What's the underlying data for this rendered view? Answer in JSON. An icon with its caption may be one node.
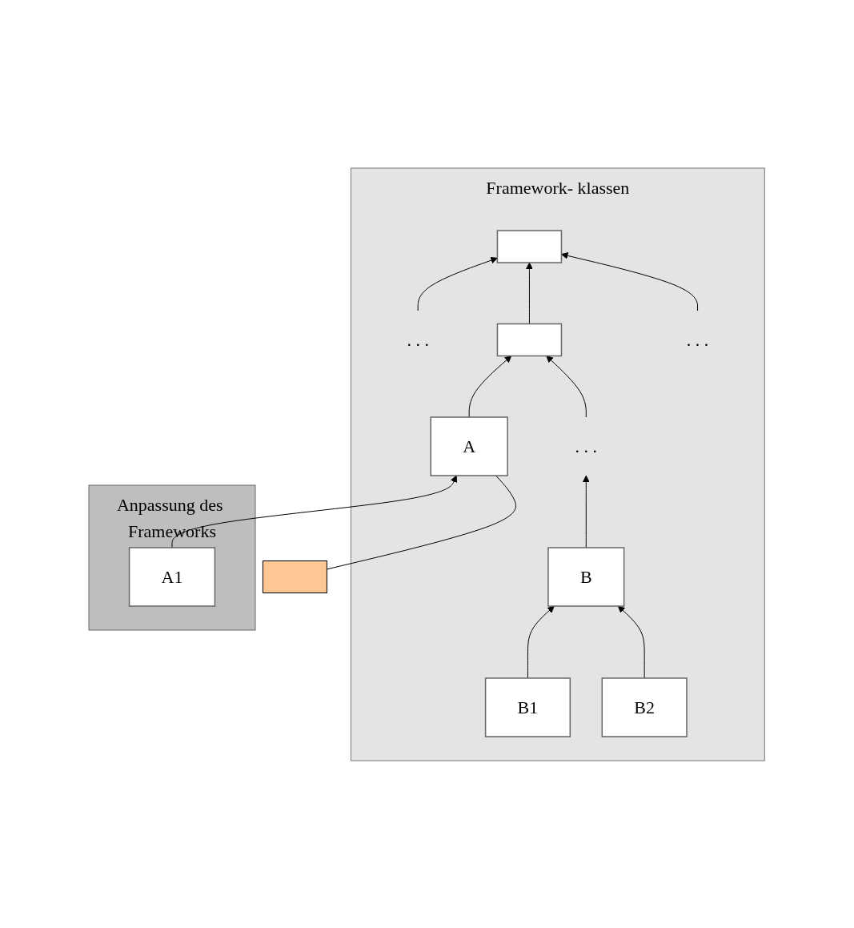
{
  "diagram": {
    "nodes": [
      {
        "text": [
          "Framework- klassen"
        ]
      },
      {
        "text": [],
        "shape": "box",
        "in": 0
      },
      {
        "text": [],
        "shape": "box",
        "in": 0
      },
      {
        "text": [
          ". . ."
        ],
        "in": 0
      },
      {
        "text": [
          ". . ."
        ],
        "in": 0
      },
      {
        "text": [
          "A"
        ],
        "in": 0
      },
      {
        "text": [
          ". . ."
        ],
        "in": 0
      },
      {
        "text": [
          "B"
        ],
        "in": 0
      },
      {
        "text": [
          "Anpassung des Frameworks"
        ]
      },
      {
        "text": [
          "A1"
        ],
        "in": 8
      },
      {
        "text": [
          "B1"
        ],
        "in": 0
      },
      {
        "text": [
          "B2"
        ],
        "in": 0
      },
      {
        "text": [],
        "shape": "box"
      }
    ],
    "edges": [
      {
        "from": 3,
        "to": 1,
        "arrow": "to"
      },
      {
        "from": 2,
        "to": 1,
        "arrow": "to"
      },
      {
        "from": 4,
        "to": 1,
        "arrow": "to"
      },
      {
        "from": 5,
        "to": 2,
        "arrow": "to"
      },
      {
        "from": 6,
        "to": 2,
        "arrow": "to"
      },
      {
        "from": 7,
        "to": 6,
        "arrow": "to"
      },
      {
        "from": 9,
        "to": 5,
        "arrow": "to"
      },
      {
        "from": 10,
        "to": 7,
        "arrow": "to"
      },
      {
        "from": 11,
        "to": 7,
        "arrow": "to"
      },
      {
        "from": 12,
        "to": 5,
        "arrow": "none"
      }
    ]
  }
}
